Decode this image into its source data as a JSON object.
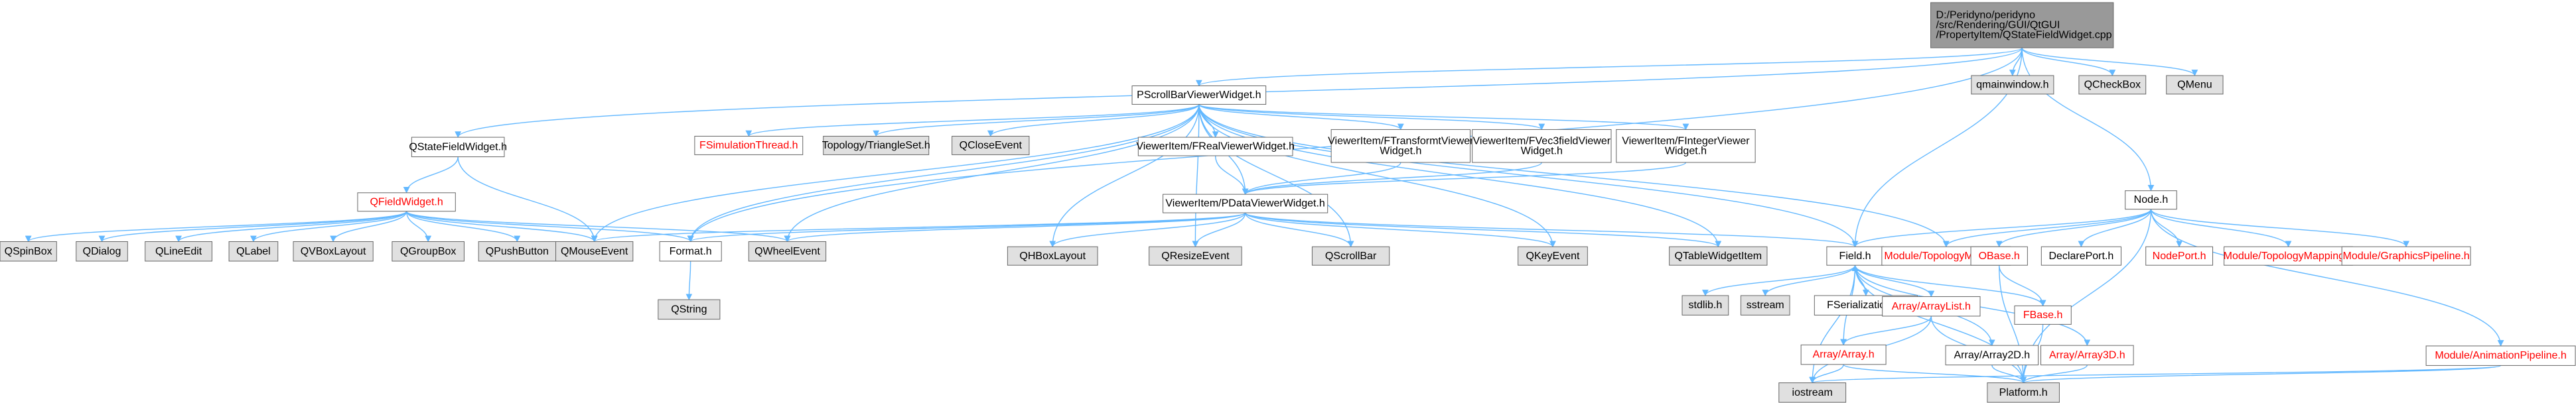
{
  "colors": {
    "default_fill": "#ffffff",
    "default_stroke": "#666666",
    "default_text": "#000000",
    "missing_fill": "#ffffff",
    "missing_stroke": "#ff0000",
    "missing_text": "#ff0000",
    "system_fill": "#e0e0e0",
    "system_stroke": "#999999",
    "system_text": "#000000",
    "root_fill": "#999999",
    "root_stroke": "#666666",
    "root_text": "#000000",
    "edge": "#63b8ff"
  },
  "nodes": [
    {
      "id": "root",
      "kind": "root",
      "lines": [
        "D:/Peridyno/peridyno",
        "/src/Rendering/GUI/QtGUI",
        "/PropertyItem/QStateFieldWidget.cpp"
      ]
    },
    {
      "id": "qstatefield",
      "kind": "default",
      "lines": [
        "QStateFieldWidget.h"
      ]
    },
    {
      "id": "pscroll",
      "kind": "default",
      "lines": [
        "PScrollBarViewerWidget.h"
      ]
    },
    {
      "id": "qmainwindow",
      "kind": "system",
      "lines": [
        "qmainwindow.h"
      ]
    },
    {
      "id": "qcheckbox",
      "kind": "system",
      "lines": [
        "QCheckBox"
      ]
    },
    {
      "id": "qmenu",
      "kind": "system",
      "lines": [
        "QMenu"
      ]
    },
    {
      "id": "node",
      "kind": "default",
      "lines": [
        "Node.h"
      ]
    },
    {
      "id": "qfieldwidget",
      "kind": "missing",
      "lines": [
        "QFieldWidget.h"
      ]
    },
    {
      "id": "qmouseevent",
      "kind": "system",
      "lines": [
        "QMouseEvent"
      ]
    },
    {
      "id": "qspinbox",
      "kind": "system",
      "lines": [
        "QSpinBox"
      ]
    },
    {
      "id": "qdialog",
      "kind": "system",
      "lines": [
        "QDialog"
      ]
    },
    {
      "id": "qlineedit",
      "kind": "system",
      "lines": [
        "QLineEdit"
      ]
    },
    {
      "id": "qlabel",
      "kind": "system",
      "lines": [
        "QLabel"
      ]
    },
    {
      "id": "qvboxlayout",
      "kind": "system",
      "lines": [
        "QVBoxLayout"
      ]
    },
    {
      "id": "qgroupbox",
      "kind": "system",
      "lines": [
        "QGroupBox"
      ]
    },
    {
      "id": "qpushbutton",
      "kind": "system",
      "lines": [
        "QPushButton"
      ]
    },
    {
      "id": "format",
      "kind": "default",
      "lines": [
        "Format.h"
      ]
    },
    {
      "id": "qwheelevent",
      "kind": "system",
      "lines": [
        "QWheelEvent"
      ]
    },
    {
      "id": "qstring",
      "kind": "system",
      "lines": [
        "QString"
      ]
    },
    {
      "id": "simthread",
      "kind": "missing",
      "lines": [
        "FSimulationThread.h"
      ]
    },
    {
      "id": "topology",
      "kind": "system",
      "lines": [
        "Topology/TriangleSet.h"
      ]
    },
    {
      "id": "qcloseevent",
      "kind": "system",
      "lines": [
        "QCloseEvent"
      ]
    },
    {
      "id": "realviewer",
      "kind": "default",
      "lines": [
        "ViewerItem/FRealViewerWidget.h"
      ]
    },
    {
      "id": "transformviewer",
      "kind": "default",
      "lines": [
        "ViewerItem/FTransformtViewer",
        "Widget.h"
      ]
    },
    {
      "id": "vecviewer",
      "kind": "default",
      "lines": [
        "ViewerItem/FVec3fieldViewer",
        "Widget.h"
      ]
    },
    {
      "id": "intviewer",
      "kind": "default",
      "lines": [
        "ViewerItem/FIntegerViewer",
        "Widget.h"
      ]
    },
    {
      "id": "pdataviewer",
      "kind": "default",
      "lines": [
        "ViewerItem/PDataViewerWidget.h"
      ]
    },
    {
      "id": "qhboxlayout",
      "kind": "system",
      "lines": [
        "QHBoxLayout"
      ]
    },
    {
      "id": "qresizeevent",
      "kind": "system",
      "lines": [
        "QResizeEvent"
      ]
    },
    {
      "id": "qscrollbar",
      "kind": "system",
      "lines": [
        "QScrollBar"
      ]
    },
    {
      "id": "qkeyevent",
      "kind": "system",
      "lines": [
        "QKeyEvent"
      ]
    },
    {
      "id": "qtablewidgetitem",
      "kind": "system",
      "lines": [
        "QTableWidgetItem"
      ]
    },
    {
      "id": "field",
      "kind": "default",
      "lines": [
        "Field.h"
      ]
    },
    {
      "id": "topomodule",
      "kind": "missing",
      "lines": [
        "Module/TopologyModule.h"
      ]
    },
    {
      "id": "obase",
      "kind": "missing",
      "lines": [
        "OBase.h"
      ]
    },
    {
      "id": "declareport",
      "kind": "default",
      "lines": [
        "DeclarePort.h"
      ]
    },
    {
      "id": "nodeport",
      "kind": "missing",
      "lines": [
        "NodePort.h"
      ]
    },
    {
      "id": "topomapping",
      "kind": "missing",
      "lines": [
        "Module/TopologyMapping.h"
      ]
    },
    {
      "id": "graphicspipe",
      "kind": "missing",
      "lines": [
        "Module/GraphicsPipeline.h"
      ]
    },
    {
      "id": "stdlib",
      "kind": "system",
      "lines": [
        "stdlib.h"
      ]
    },
    {
      "id": "sstream",
      "kind": "system",
      "lines": [
        "sstream"
      ]
    },
    {
      "id": "serialization",
      "kind": "default",
      "lines": [
        "FSerialization.inl"
      ]
    },
    {
      "id": "arraylist",
      "kind": "missing",
      "lines": [
        "Array/ArrayList.h"
      ]
    },
    {
      "id": "fbase",
      "kind": "missing",
      "lines": [
        "FBase.h"
      ]
    },
    {
      "id": "array",
      "kind": "missing",
      "lines": [
        "Array/Array.h"
      ]
    },
    {
      "id": "array2d",
      "kind": "default",
      "lines": [
        "Array/Array2D.h"
      ]
    },
    {
      "id": "array3d",
      "kind": "missing",
      "lines": [
        "Array/Array3D.h"
      ]
    },
    {
      "id": "animpipe",
      "kind": "missing",
      "lines": [
        "Module/AnimationPipeline.h"
      ]
    },
    {
      "id": "iostream",
      "kind": "system",
      "lines": [
        "iostream"
      ]
    },
    {
      "id": "platform",
      "kind": "system",
      "lines": [
        "Platform.h"
      ]
    }
  ],
  "edges": [
    [
      "root",
      "qstatefield"
    ],
    [
      "root",
      "pscroll"
    ],
    [
      "root",
      "qmainwindow"
    ],
    [
      "root",
      "qcheckbox"
    ],
    [
      "root",
      "qmenu"
    ],
    [
      "root",
      "node"
    ],
    [
      "root",
      "format"
    ],
    [
      "root",
      "field"
    ],
    [
      "qstatefield",
      "qfieldwidget"
    ],
    [
      "qstatefield",
      "qmouseevent"
    ],
    [
      "qfieldwidget",
      "qspinbox"
    ],
    [
      "qfieldwidget",
      "qdialog"
    ],
    [
      "qfieldwidget",
      "qlineedit"
    ],
    [
      "qfieldwidget",
      "qlabel"
    ],
    [
      "qfieldwidget",
      "qvboxlayout"
    ],
    [
      "qfieldwidget",
      "qgroupbox"
    ],
    [
      "qfieldwidget",
      "qpushbutton"
    ],
    [
      "qfieldwidget",
      "qmouseevent"
    ],
    [
      "qfieldwidget",
      "qwheelevent"
    ],
    [
      "qfieldwidget",
      "format"
    ],
    [
      "pscroll",
      "simthread"
    ],
    [
      "pscroll",
      "topology"
    ],
    [
      "pscroll",
      "qcloseevent"
    ],
    [
      "pscroll",
      "realviewer"
    ],
    [
      "pscroll",
      "transformviewer"
    ],
    [
      "pscroll",
      "vecviewer"
    ],
    [
      "pscroll",
      "intviewer"
    ],
    [
      "pscroll",
      "pdataviewer"
    ],
    [
      "pscroll",
      "qmouseevent"
    ],
    [
      "pscroll",
      "format"
    ],
    [
      "pscroll",
      "qwheelevent"
    ],
    [
      "pscroll",
      "qhboxlayout"
    ],
    [
      "pscroll",
      "qresizeevent"
    ],
    [
      "pscroll",
      "qscrollbar"
    ],
    [
      "pscroll",
      "qkeyevent"
    ],
    [
      "pscroll",
      "qtablewidgetitem"
    ],
    [
      "pscroll",
      "field"
    ],
    [
      "pscroll",
      "topomodule"
    ],
    [
      "realviewer",
      "pdataviewer"
    ],
    [
      "transformviewer",
      "pdataviewer"
    ],
    [
      "vecviewer",
      "pdataviewer"
    ],
    [
      "intviewer",
      "pdataviewer"
    ],
    [
      "pdataviewer",
      "format"
    ],
    [
      "pdataviewer",
      "qmouseevent"
    ],
    [
      "pdataviewer",
      "qwheelevent"
    ],
    [
      "pdataviewer",
      "qhboxlayout"
    ],
    [
      "pdataviewer",
      "qresizeevent"
    ],
    [
      "pdataviewer",
      "qscrollbar"
    ],
    [
      "pdataviewer",
      "qkeyevent"
    ],
    [
      "pdataviewer",
      "qtablewidgetitem"
    ],
    [
      "pdataviewer",
      "field"
    ],
    [
      "format",
      "qstring"
    ],
    [
      "node",
      "topomodule"
    ],
    [
      "node",
      "obase"
    ],
    [
      "node",
      "declareport"
    ],
    [
      "node",
      "nodeport"
    ],
    [
      "node",
      "topomapping"
    ],
    [
      "node",
      "graphicspipe"
    ],
    [
      "node",
      "animpipe"
    ],
    [
      "node",
      "field"
    ],
    [
      "node",
      "platform"
    ],
    [
      "field",
      "stdlib"
    ],
    [
      "field",
      "sstream"
    ],
    [
      "field",
      "serialization"
    ],
    [
      "field",
      "arraylist"
    ],
    [
      "field",
      "fbase"
    ],
    [
      "field",
      "array"
    ],
    [
      "field",
      "array2d"
    ],
    [
      "field",
      "array3d"
    ],
    [
      "field",
      "iostream"
    ],
    [
      "field",
      "platform"
    ],
    [
      "serialization",
      "field"
    ],
    [
      "obase",
      "fbase"
    ],
    [
      "obase",
      "platform"
    ],
    [
      "fbase",
      "platform"
    ],
    [
      "arraylist",
      "array"
    ],
    [
      "arraylist",
      "iostream"
    ],
    [
      "arraylist",
      "platform"
    ],
    [
      "array",
      "iostream"
    ],
    [
      "array",
      "platform"
    ],
    [
      "array2d",
      "platform"
    ],
    [
      "array3d",
      "platform"
    ],
    [
      "animpipe",
      "iostream"
    ],
    [
      "animpipe",
      "platform"
    ]
  ]
}
